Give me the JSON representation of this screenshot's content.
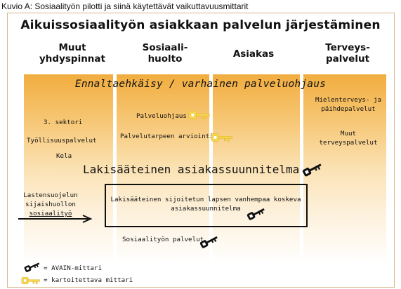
{
  "caption": "Kuvio A: Sosiaalityön pilotti ja siinä käytettävät vaikuttavuusmittarit",
  "title": "Aikuissosiaalityön asiakkaan palvelun järjestäminen",
  "columns": [
    {
      "line1": "Muut",
      "line2": "yhdyspinnat"
    },
    {
      "line1": "Sosiaali-",
      "line2": "huolto"
    },
    {
      "line1": "Asiakas",
      "line2": ""
    },
    {
      "line1": "Terveys-",
      "line2": "palvelut"
    }
  ],
  "prevention_banner": "Ennaltaehkäisy / varhainen palveluohjaus",
  "left_items": {
    "sector3": "3. sektori",
    "employment": "Työllisuuspalvelut",
    "kela": "Kela",
    "child_line1": "Lastensuojelun",
    "child_line2": "sijaishuollon",
    "child_line3": "sosiaalityö"
  },
  "social_items": {
    "guidance": "Palveluohjaus",
    "assessment": "Palvelutarpeen arviointi",
    "services": "Sosiaalityön palvelut"
  },
  "health_items": {
    "mental_line1": "Mielenterveys- ja",
    "mental_line2": "päihdepalvelut",
    "other_line1": "Muut",
    "other_line2": "terveyspalvelut"
  },
  "statutory_plan": "Lakisääteinen asiakassuunnitelma",
  "placement_plan_line1": "Lakisääteinen sijoitetun lapsen vanhempaa koskeva",
  "placement_plan_line2": "asiakassuunnitelma",
  "legend": {
    "black_key": "= AVAIN-mittari",
    "yellow_key": "= kartoitettava mittari"
  },
  "colors": {
    "column_top": "#f1ad3f",
    "yellow_key": "#f7d64a",
    "black_key": "#111111"
  },
  "icons": [
    "black-key-icon",
    "yellow-key-icon",
    "arrow-right-icon"
  ]
}
